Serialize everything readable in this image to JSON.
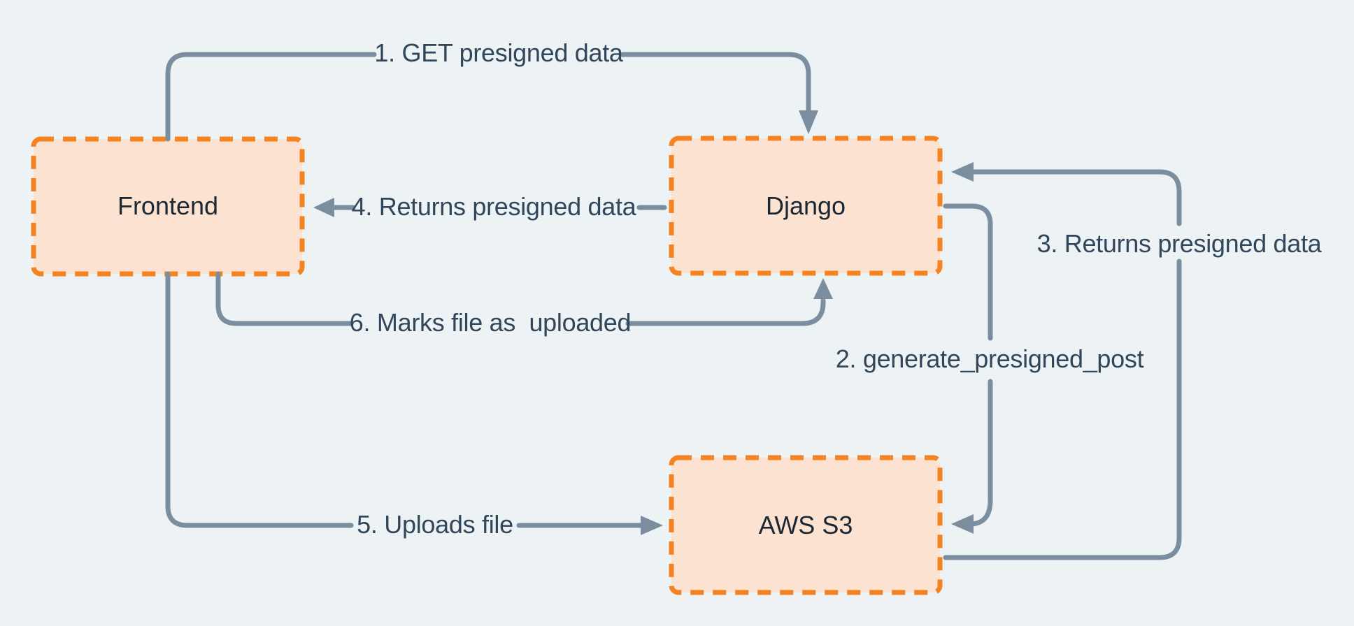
{
  "nodes": {
    "frontend": {
      "label": "Frontend"
    },
    "django": {
      "label": "Django"
    },
    "aws_s3": {
      "label": "AWS S3"
    }
  },
  "arrows": {
    "step1": {
      "label": "1. GET presigned data",
      "from": "Frontend",
      "to": "Django"
    },
    "step2": {
      "label": "2. generate_presigned_post",
      "from": "Django",
      "to": "AWS S3"
    },
    "step3": {
      "label": "3. Returns presigned data",
      "from": "AWS S3",
      "to": "Django"
    },
    "step4": {
      "label": "4. Returns presigned data",
      "from": "Django",
      "to": "Frontend"
    },
    "step5": {
      "label": "5. Uploads file",
      "from": "Frontend",
      "to": "AWS S3"
    },
    "step6": {
      "label": "6. Marks file as  uploaded",
      "from": "Frontend",
      "to": "Django"
    }
  },
  "colors": {
    "background": "#edf2f4",
    "node_fill": "#fce2d0",
    "node_border": "#f58321",
    "arrow": "#7a8ea0",
    "label_text": "#31465a",
    "node_text": "#1b2834"
  }
}
